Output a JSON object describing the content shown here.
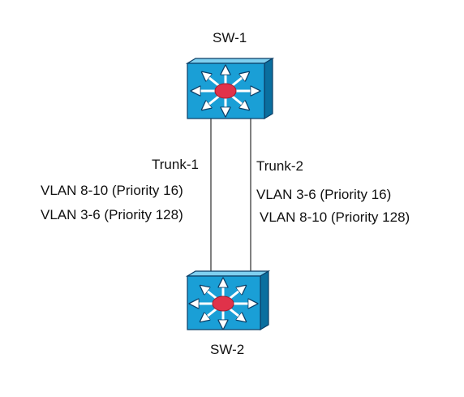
{
  "switches": [
    {
      "id": "sw1",
      "name": "SW-1"
    },
    {
      "id": "sw2",
      "name": "SW-2"
    }
  ],
  "trunks": [
    {
      "name": "Trunk-1",
      "vlans": [
        "VLAN 8-10 (Priority 16)",
        "VLAN 3-6 (Priority 128)"
      ]
    },
    {
      "name": "Trunk-2",
      "vlans": [
        "VLAN 3-6 (Priority 16)",
        "VLAN 8-10 (Priority 128)"
      ]
    }
  ],
  "colors": {
    "switch_front": "#1a9fd6",
    "switch_top": "#7fd0f0",
    "switch_side": "#0a6f9f",
    "switch_outline": "#0b3e66",
    "center_disc": "#e0324a",
    "link_line": "#000000",
    "text": "#111111"
  },
  "icons": [
    "multilayer-switch-icon",
    "multilayer-switch-icon"
  ]
}
